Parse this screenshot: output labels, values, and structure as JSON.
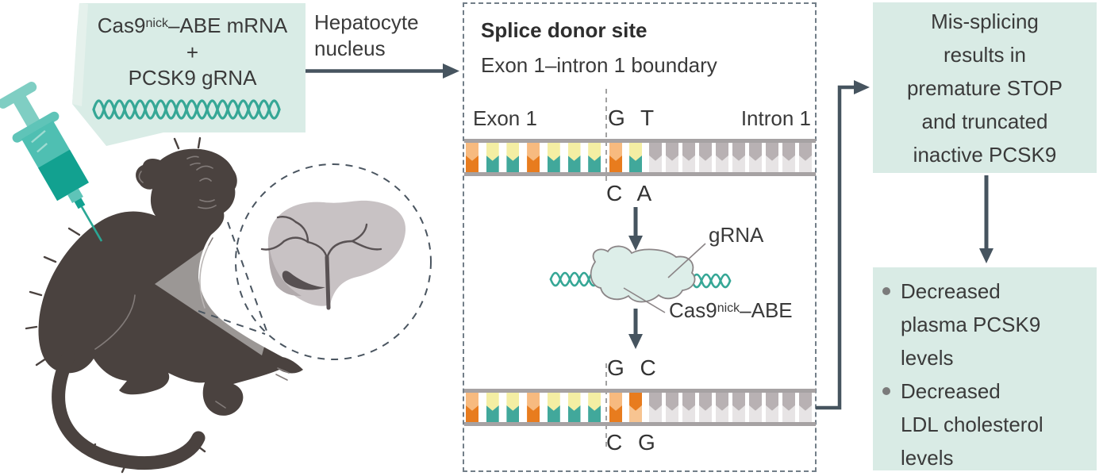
{
  "injection_card": {
    "title_base": "Cas9",
    "title_sup": "nick",
    "title_rest": "–ABE mRNA",
    "plus": "+",
    "line2": "PCSK9 gRNA"
  },
  "transfer": {
    "label": "Hepatocyte\nnucleus"
  },
  "splice_panel": {
    "title": "Splice donor site",
    "subtitle": "Exon 1–intron 1 boundary",
    "exon_label": "Exon 1",
    "intron_label": "Intron 1",
    "before": {
      "above": "G T",
      "below": "C A"
    },
    "after": {
      "above": "G C",
      "below": "C G"
    },
    "complex": {
      "grna_label": "gRNA",
      "cas_base": "Cas9",
      "cas_sup": "nick",
      "cas_rest": "–ABE"
    },
    "strand_before": [
      "O",
      "Y",
      "Y",
      "O",
      "Y",
      "Y",
      "Y",
      "O",
      "Y",
      "N",
      "N",
      "N",
      "N",
      "N",
      "N",
      "N",
      "N",
      "N",
      "N"
    ],
    "strand_after": [
      "O",
      "Y",
      "Y",
      "O",
      "Y",
      "Y",
      "Y",
      "O",
      "E",
      "N",
      "N",
      "N",
      "N",
      "N",
      "N",
      "N",
      "N",
      "N",
      "N"
    ],
    "pair_colors": {
      "O": [
        "#f7ba7f",
        "#e87c1e"
      ],
      "Y": [
        "#f4eea3",
        "#41a89b"
      ],
      "N": [
        "#b8b1b3",
        "#e7e4e5"
      ],
      "E": [
        "#e87c1e",
        "#f7c491"
      ]
    }
  },
  "outcome": {
    "box1": "Mis-splicing\nresults in\npremature STOP\nand truncated\ninactive PCSK9",
    "box2_items": [
      "Decreased\nplasma PCSK9\nlevels",
      "Decreased\nLDL cholesterol\nlevels"
    ]
  },
  "colors": {
    "panel_teal": "#d9ebe5",
    "arrow_slate": "#46545f",
    "helix_teal": "#36a796",
    "monkey_body": "#4a423f",
    "liver_gray": "#c8c2c4",
    "rail_gray": "#a6a2a3",
    "dash_border": "#727e88"
  }
}
